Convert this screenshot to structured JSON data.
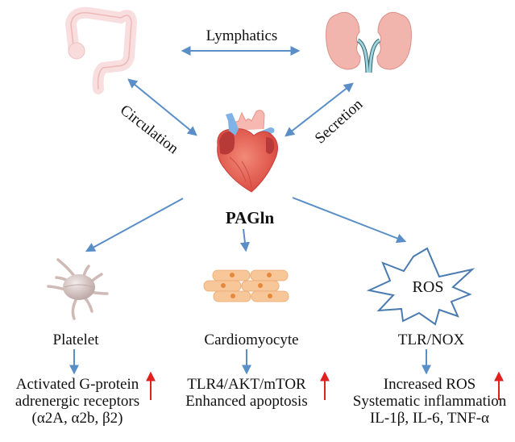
{
  "title": "PAGln mechanisms diagram",
  "colors": {
    "arrow_blue": "#5a8ec7",
    "arrow_red": "#e02020",
    "kidney_pink": "#f2b5ad",
    "ureter_blue": "#9fd3dd",
    "heart_red": "#e05a50",
    "vessel_blue": "#7fb2e5",
    "cell_orange": "#f7c79a",
    "nucleus_orange": "#e8883a",
    "ros_outline": "#4a7bb0",
    "colon_pink": "#f4cfcf",
    "platelet_gray": "#d9c7c4"
  },
  "organs": {
    "colon": {
      "icon": "colon-icon"
    },
    "kidney": {
      "icon": "kidney-icon"
    },
    "heart": {
      "icon": "heart-icon"
    }
  },
  "links": {
    "lymphatics": "Lymphatics",
    "circulation": "Circulation",
    "secretion": "Secretion"
  },
  "center_label": "PAGln",
  "branches": [
    {
      "id": "platelet",
      "icon": "platelet-icon",
      "label": "Platelet",
      "effects": [
        "Activated G-protein",
        "adrenergic receptors",
        "(α2A, α2b, β2)"
      ],
      "trend": "up"
    },
    {
      "id": "cardiomyocyte",
      "icon": "cardiomyocyte-icon",
      "label": "Cardiomyocyte",
      "effects": [
        "TLR4/AKT/mTOR",
        "Enhanced apoptosis"
      ],
      "trend": "up"
    },
    {
      "id": "ros",
      "icon": "ros-burst-icon",
      "icon_text": "ROS",
      "label": "TLR/NOX",
      "effects": [
        "Increased ROS",
        "Systematic inflammation",
        "IL-1β, IL-6, TNF-α"
      ],
      "trend": "up"
    }
  ]
}
